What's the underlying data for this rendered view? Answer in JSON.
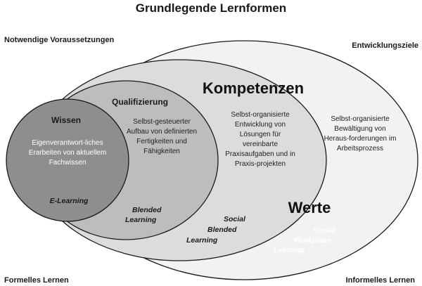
{
  "title": "Grundlegende Lernformen",
  "corners": {
    "top_left": "Notwendige Voraussetzungen",
    "top_right": "Entwicklungsziele",
    "bottom_left": "Formelles Lernen",
    "bottom_right": "Informelles Lernen"
  },
  "wissen": {
    "heading": "Wissen",
    "text": [
      "Eigenverantwort-liches",
      "Erarbeiten von aktuellem",
      "Fachwissen"
    ],
    "learning": "E-Learning"
  },
  "qualifizierung": {
    "heading": "Qualifizierung",
    "text": [
      "Selbst-gesteuerter",
      "Aufbau von definierten",
      "Fertigkeiten und",
      "Fähigkeiten"
    ],
    "learning": [
      "Blended",
      "Learning"
    ]
  },
  "kompetenzen": {
    "heading": "Kompetenzen",
    "text": [
      "Selbst-organisierte",
      "Entwicklung von",
      "Lösungen für",
      "vereinbarte",
      "Praxisaufgaben und in",
      "Praxis-projekten"
    ],
    "learning": [
      "Social",
      "Blended",
      "Learning"
    ]
  },
  "werte": {
    "heading": "Werte",
    "text": [
      "Selbst-organisierte",
      "Bewältigung von",
      "Heraus-forderungen im",
      "Arbeitsprozess"
    ],
    "learning": [
      "Social",
      "Workplace",
      "Learning"
    ]
  },
  "colors": {
    "outer": "#f2f2f2",
    "kompetenzen": "#dcdcdc",
    "qualifizierung": "#bdbdbd",
    "wissen": "#8e8e8e",
    "stroke": "#1a1a1a"
  }
}
